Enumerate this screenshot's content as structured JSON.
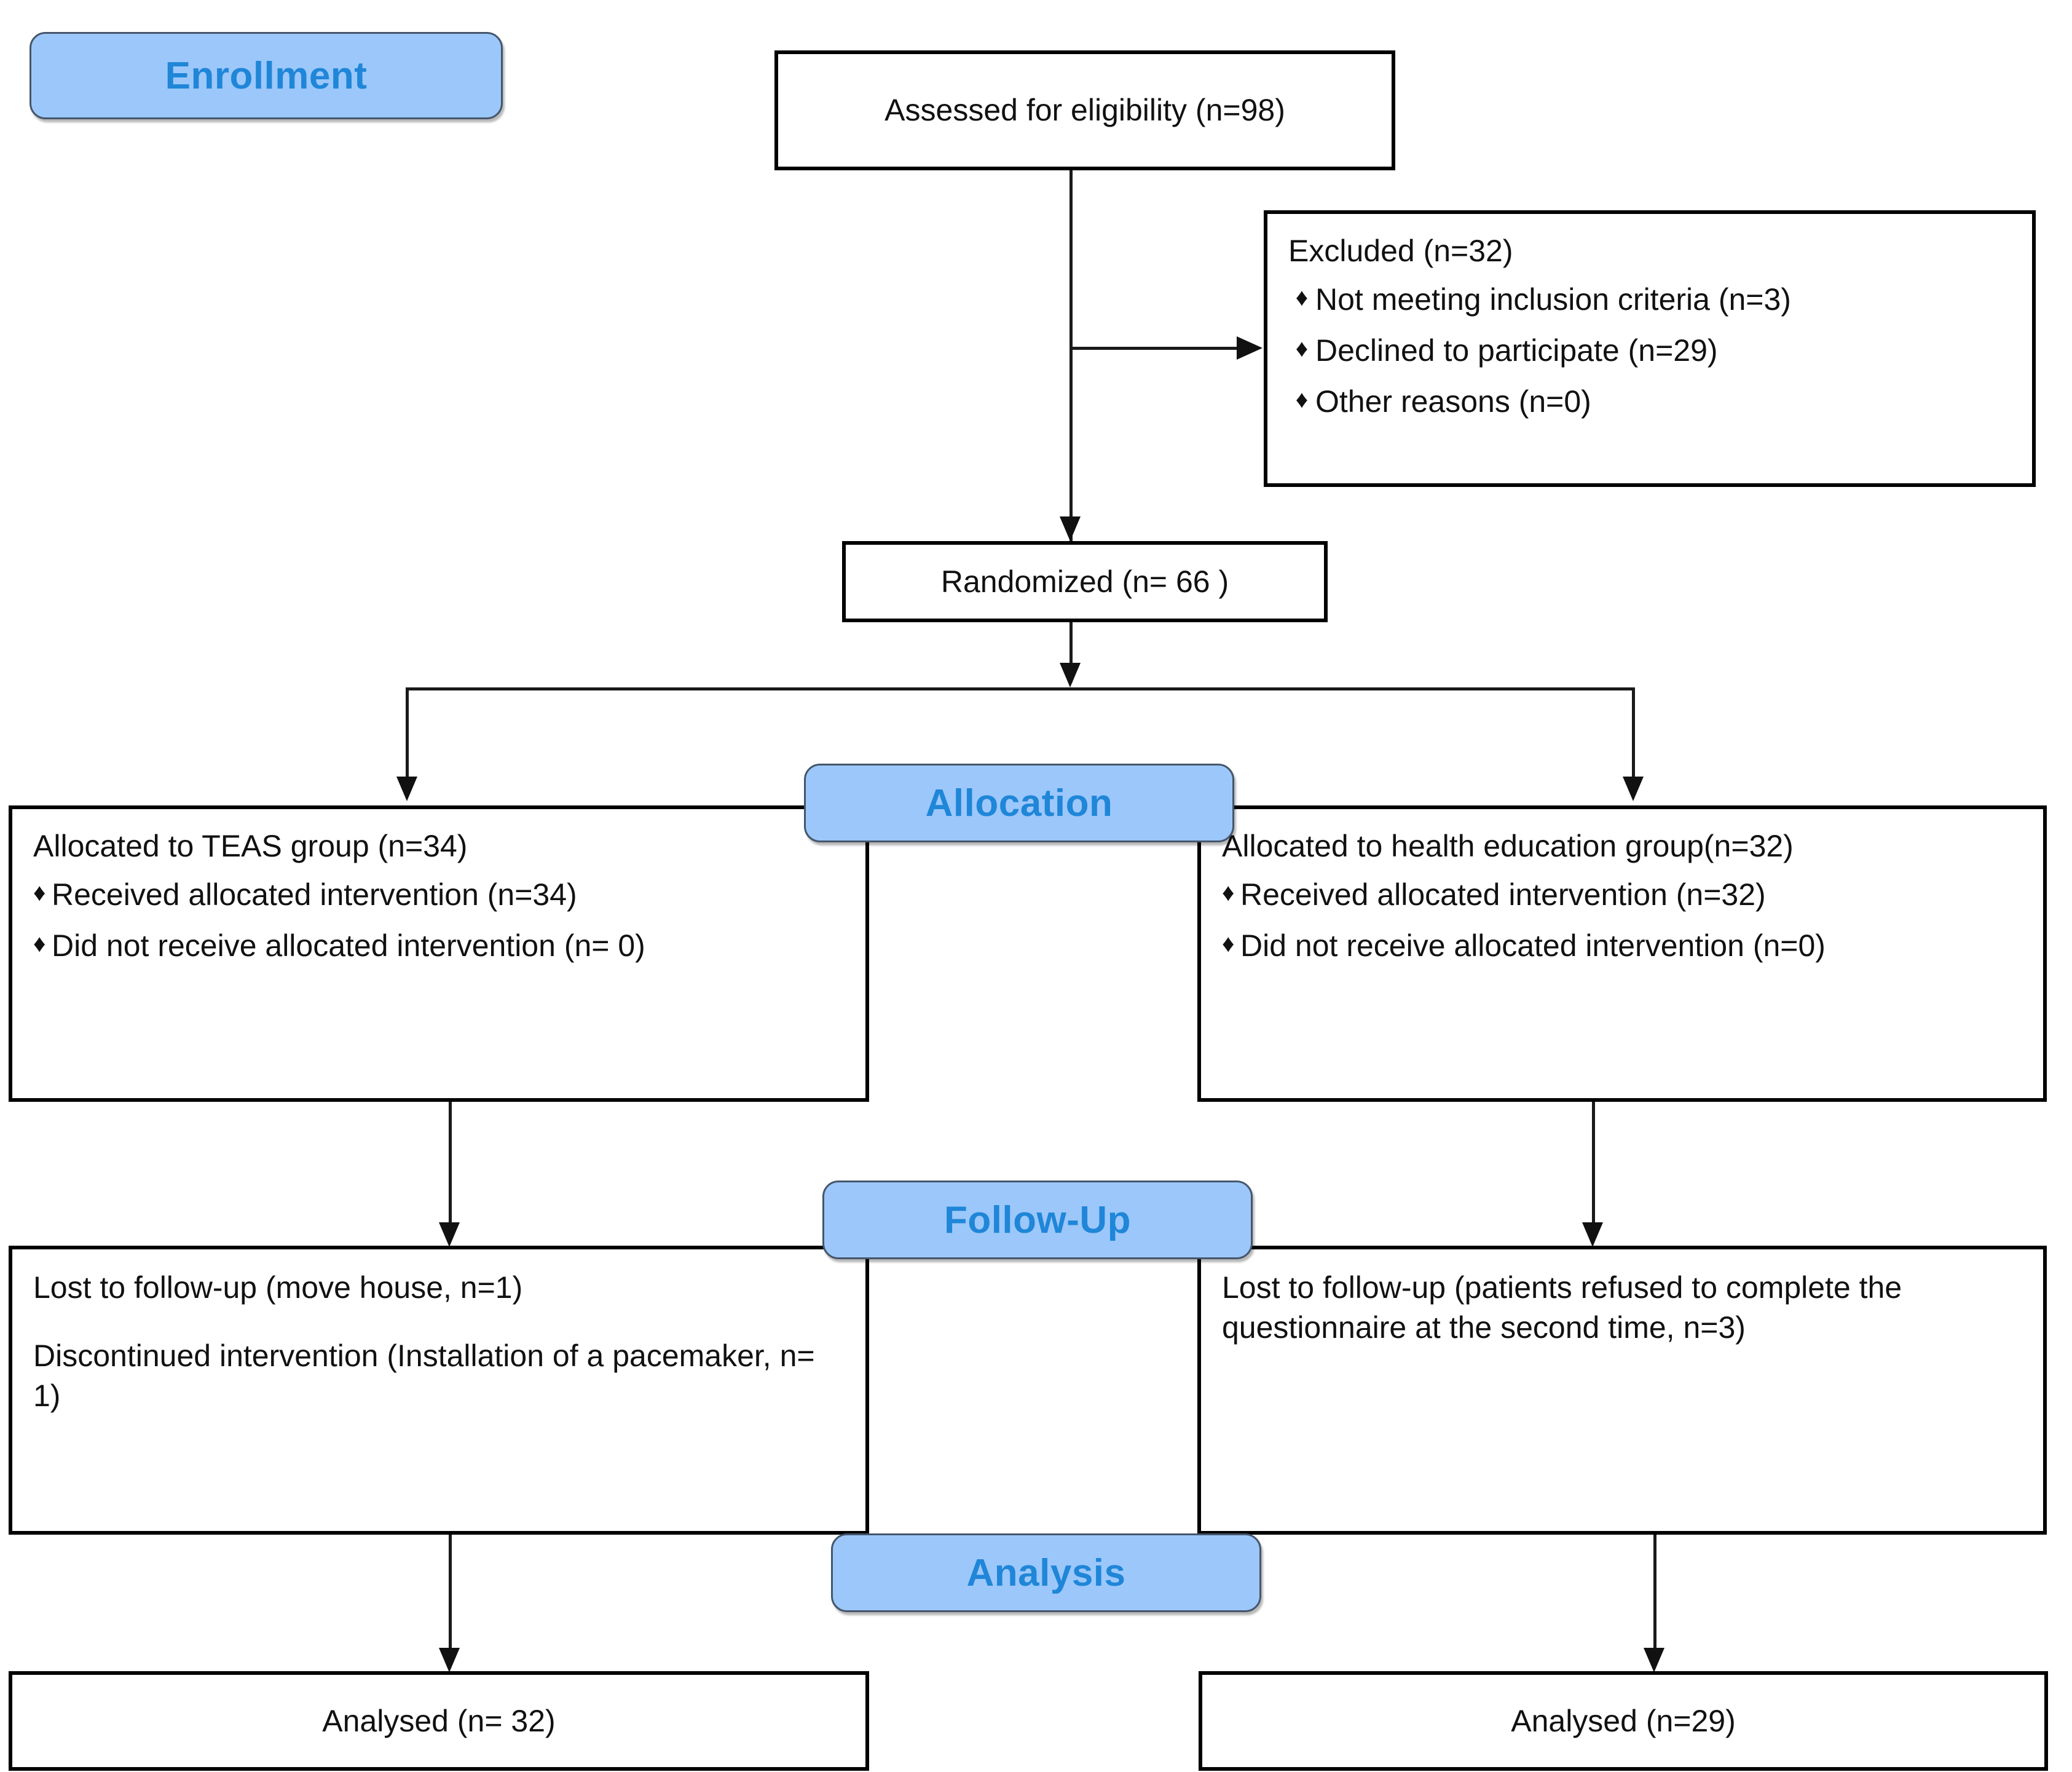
{
  "diagram": {
    "title": "CONSORT participant flow diagram",
    "accent_pill_fill": "#9CC7FA",
    "accent_pill_text": "#1F86D8",
    "pill_border": "#45566B",
    "box_border": "#000000",
    "text_color": "#111111",
    "bullet_glyph": "♦"
  },
  "phases": {
    "enrollment": "Enrollment",
    "allocation": "Allocation",
    "followup": "Follow-Up",
    "analysis": "Analysis"
  },
  "enrollment": {
    "assessed": "Assessed for eligibility (n=98)",
    "excluded_heading": "Excluded  (n=32)",
    "excluded_reasons": [
      "Not meeting inclusion criteria (n=3)",
      "Declined to participate (n=29)",
      "Other reasons (n=0)"
    ],
    "randomized": "Randomized (n= 66 )"
  },
  "allocation": {
    "left": {
      "heading": "Allocated to TEAS group (n=34)",
      "items": [
        "Received allocated intervention (n=34)",
        "Did not receive allocated intervention (n= 0)"
      ]
    },
    "right": {
      "heading": "Allocated to health education group(n=32)",
      "items": [
        "Received allocated intervention (n=32)",
        "Did not receive allocated intervention (n=0)"
      ]
    }
  },
  "followup": {
    "left": {
      "lines": [
        "Lost to follow-up (move house, n=1)",
        "Discontinued intervention (Installation of a pacemaker, n= 1)"
      ]
    },
    "right": {
      "lines": [
        "Lost to follow-up (patients refused to complete the questionnaire at the second time, n=3)"
      ]
    }
  },
  "analysis": {
    "left": "Analysed (n= 32)",
    "right": "Analysed (n=29)"
  }
}
